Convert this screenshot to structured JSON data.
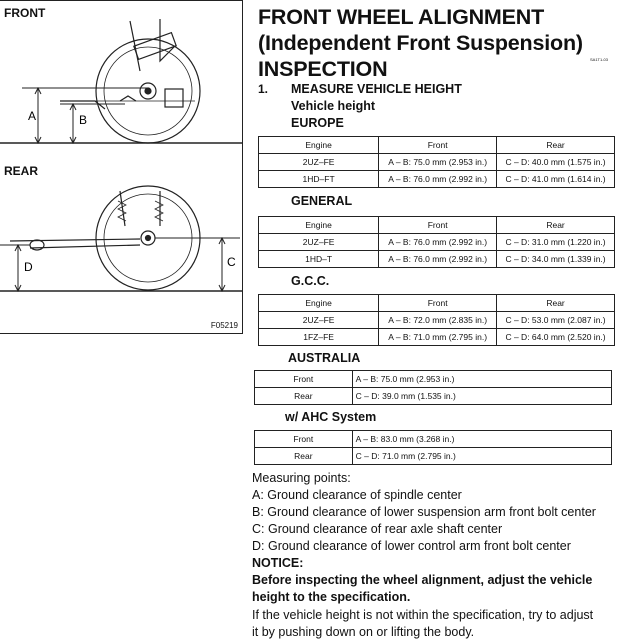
{
  "figure": {
    "front_label": "FRONT",
    "rear_label": "REAR",
    "code": "F05219",
    "dims": {
      "a": "A",
      "b": "B",
      "c": "C",
      "d": "D"
    }
  },
  "title": {
    "line1": "FRONT WHEEL ALIGNMENT",
    "line2": "(Independent Front Suspension)",
    "line3": "INSPECTION",
    "small_code": "SA1T1-03"
  },
  "step": {
    "num": "1.",
    "heading": "MEASURE VEHICLE HEIGHT",
    "subheading": "Vehicle height"
  },
  "europe": {
    "label": "EUROPE",
    "header": [
      "Engine",
      "Front",
      "Rear"
    ],
    "rows": [
      [
        "2UZ–FE",
        "A – B: 75.0 mm (2.953 in.)",
        "C – D: 40.0 mm (1.575 in.)"
      ],
      [
        "1HD–FT",
        "A – B: 76.0 mm (2.992 in.)",
        "C – D: 41.0 mm (1.614 in.)"
      ]
    ]
  },
  "general": {
    "label": "GENERAL",
    "header": [
      "Engine",
      "Front",
      "Rear"
    ],
    "rows": [
      [
        "2UZ–FE",
        "A – B: 76.0 mm (2.992 in.)",
        "C – D: 31.0 mm (1.220 in.)"
      ],
      [
        "1HD–T",
        "A – B: 76.0 mm (2.992 in.)",
        "C – D: 34.0 mm (1.339 in.)"
      ]
    ]
  },
  "gcc": {
    "label": "G.C.C.",
    "header": [
      "Engine",
      "Front",
      "Rear"
    ],
    "rows": [
      [
        "2UZ–FE",
        "A – B: 72.0 mm (2.835 in.)",
        "C – D: 53.0 mm (2.087 in.)"
      ],
      [
        "1FZ–FE",
        "A – B: 71.0 mm (2.795 in.)",
        "C – D: 64.0 mm (2.520 in.)"
      ]
    ]
  },
  "australia": {
    "label": "AUSTRALIA",
    "rows": [
      [
        "Front",
        "A – B: 75.0 mm (2.953 in.)"
      ],
      [
        "Rear",
        "C – D: 39.0 mm (1.535 in.)"
      ]
    ]
  },
  "ahc": {
    "label": "w/ AHC System",
    "rows": [
      [
        "Front",
        "A – B: 83.0 mm (3.268 in.)"
      ],
      [
        "Rear",
        "C – D: 71.0 mm (2.795 in.)"
      ]
    ]
  },
  "measuring": {
    "title": "Measuring points:",
    "a": "A: Ground clearance of spindle center",
    "b": "B: Ground clearance of lower suspension arm front bolt center",
    "c": "C: Ground clearance of rear axle shaft center",
    "d": "D: Ground clearance of lower control arm front bolt center"
  },
  "notice": {
    "title": "NOTICE:",
    "bold1": "Before inspecting the wheel alignment, adjust the vehicle",
    "bold2": "height to the specification.",
    "text1": "If the vehicle height is not within the specification, try to adjust",
    "text2": "it by pushing down on or lifting the body."
  }
}
